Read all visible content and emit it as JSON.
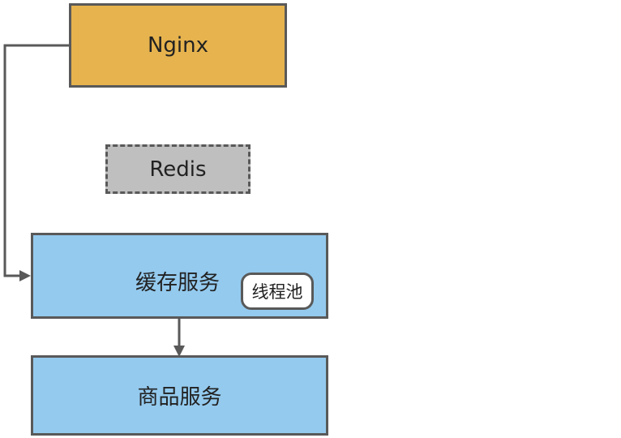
{
  "nodes": {
    "nginx": "Nginx",
    "redis": "Redis",
    "cache_service": "缓存服务",
    "thread_pool": "线程池",
    "product_service": "商品服务"
  },
  "colors": {
    "nginx_fill": "#E6B34E",
    "redis_fill": "#BFBFBF",
    "service_fill": "#94CAEE",
    "stroke": "#595959"
  }
}
